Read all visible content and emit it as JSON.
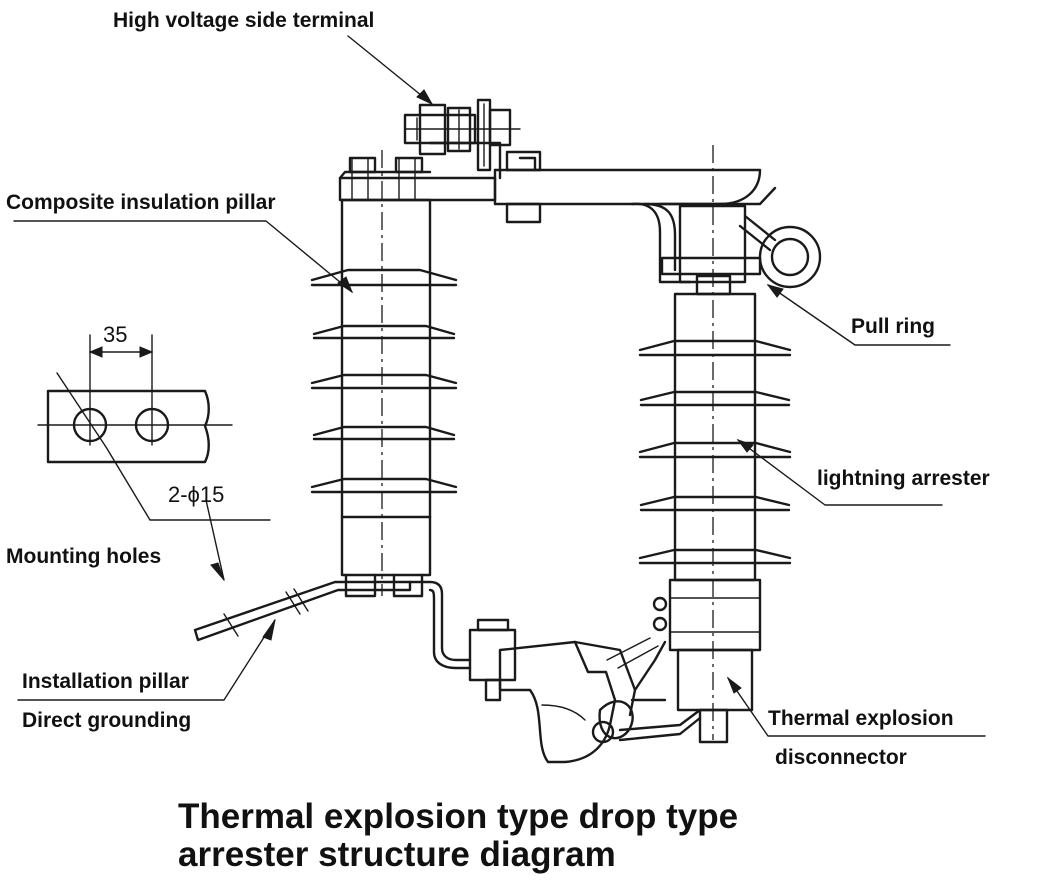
{
  "diagram": {
    "title_line1": "Thermal explosion type drop type",
    "title_line2": "arrester structure diagram",
    "labels": {
      "hv_terminal": "High voltage side terminal",
      "composite_pillar": "Composite insulation pillar",
      "pull_ring": "Pull ring",
      "lightning_arrester": "lightning arrester",
      "mounting_holes": "Mounting holes",
      "installation_pillar": "Installation pillar",
      "direct_grounding": "Direct grounding",
      "thermal_explosion": "Thermal explosion",
      "disconnector": "disconnector"
    },
    "dimensions": {
      "hole_spacing": "35",
      "hole_spec": "2-ϕ15"
    }
  }
}
